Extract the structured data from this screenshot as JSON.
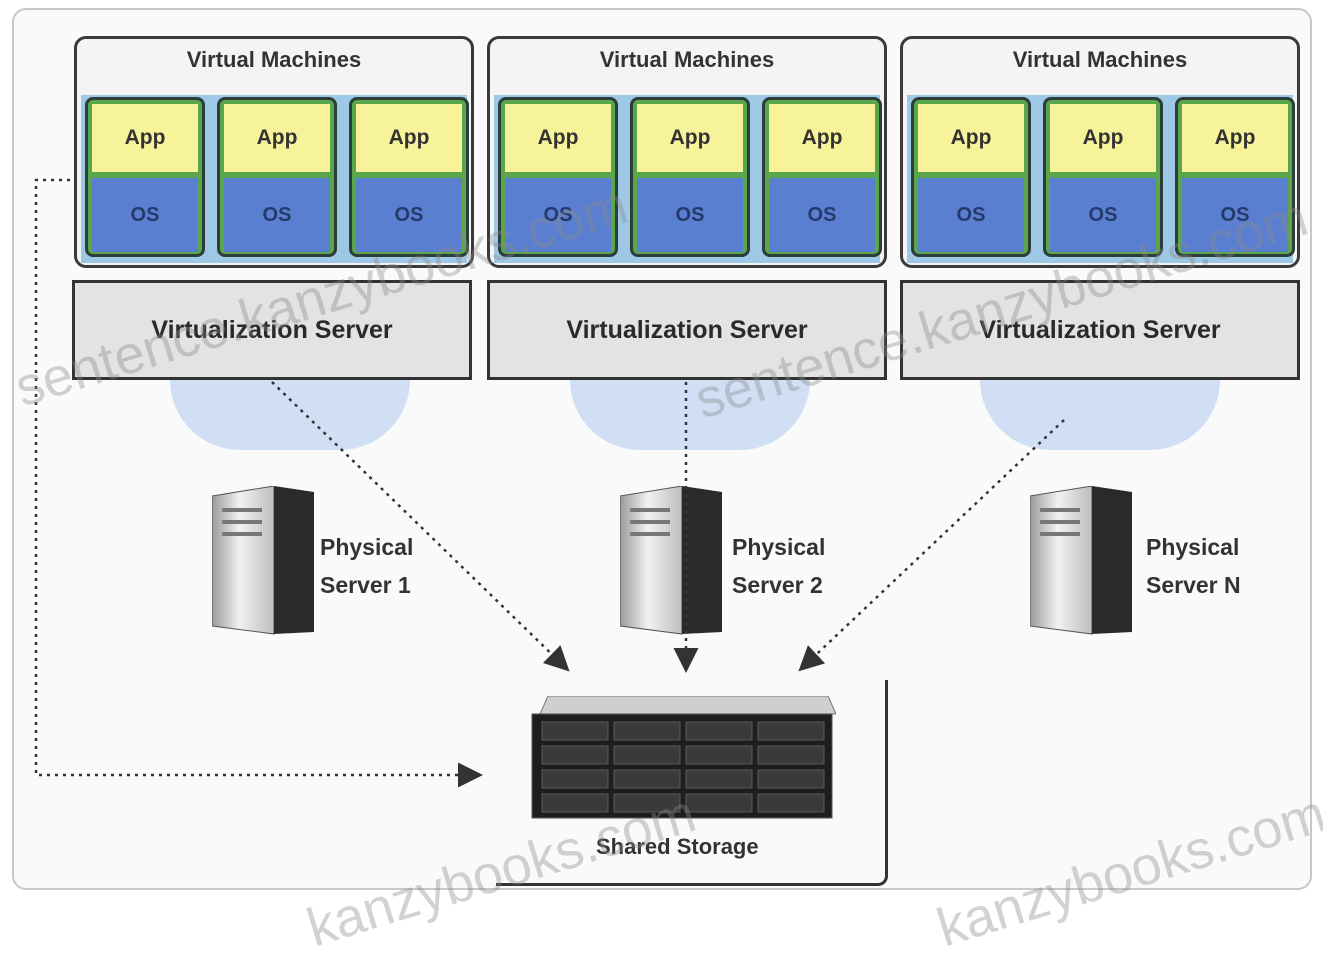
{
  "vm_groups": [
    {
      "title": "Virtual Machines",
      "vms": [
        {
          "app": "App",
          "os": "OS"
        },
        {
          "app": "App",
          "os": "OS"
        },
        {
          "app": "App",
          "os": "OS"
        }
      ]
    },
    {
      "title": "Virtual Machines",
      "vms": [
        {
          "app": "App",
          "os": "OS"
        },
        {
          "app": "App",
          "os": "OS"
        },
        {
          "app": "App",
          "os": "OS"
        }
      ]
    },
    {
      "title": "Virtual Machines",
      "vms": [
        {
          "app": "App",
          "os": "OS"
        },
        {
          "app": "App",
          "os": "OS"
        },
        {
          "app": "App",
          "os": "OS"
        }
      ]
    }
  ],
  "virtualization_servers": [
    "Virtualization Server",
    "Virtualization Server",
    "Virtualization Server"
  ],
  "physical_servers": [
    {
      "line1": "Physical",
      "line2": "Server 1"
    },
    {
      "line1": "Physical",
      "line2": "Server 2"
    },
    {
      "line1": "Physical",
      "line2": "Server N"
    }
  ],
  "storage": {
    "label": "Shared Storage",
    "icon": "storage-array-icon"
  },
  "watermarks": [
    "sentence.kanzybooks.com",
    "sentence.kanzybooks.com",
    "kanzybooks.com",
    "kanzybooks.com"
  ],
  "colors": {
    "app": "#f7f39a",
    "os": "#5b7fd0",
    "vm_border": "#5aa64a",
    "band": "#9ec9e6",
    "server_box": "#e3e3e3"
  }
}
